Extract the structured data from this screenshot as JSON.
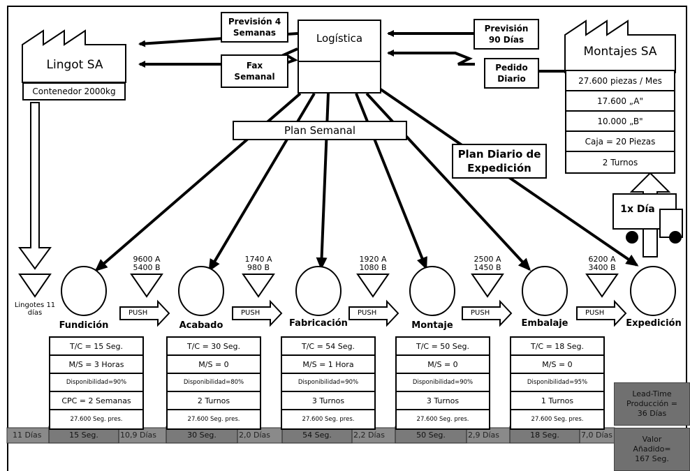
{
  "supplier": {
    "name": "Lingot SA",
    "container": "Contenedor 2000kg"
  },
  "control": {
    "name": "Logística",
    "plan_semanal": "Plan Semanal",
    "plan_diario": "Plan Diario de Expedición"
  },
  "customer": {
    "name": "Montajes SA",
    "rows": [
      "27.600 piezas / Mes",
      "17.600 „A\"",
      "10.000 „B\"",
      "Caja = 20 Piezas",
      "2 Turnos"
    ],
    "shipment": "1x Día"
  },
  "info_flows": {
    "prevision_4": "Previsión 4 Semanas",
    "fax": "Fax Semanal",
    "prevision_90": "Previsión 90 Días",
    "pedido": "Pedido Diario"
  },
  "initial_inventory": {
    "label": "Lingotes 11 días"
  },
  "push_label": "PUSH",
  "processes": [
    {
      "name": "Fundición",
      "rows": [
        "T/C = 15 Seg.",
        "M/S = 3 Horas",
        "Disponibilidad=90%",
        "CPC = 2 Semanas",
        "27.600 Seg. pres."
      ]
    },
    {
      "name": "Acabado",
      "rows": [
        "T/C = 30 Seg.",
        "M/S = 0",
        "Disponibilidad=80%",
        "2 Turnos",
        "27.600 Seg. pres."
      ]
    },
    {
      "name": "Fabricación",
      "rows": [
        "T/C = 54 Seg.",
        "M/S = 1 Hora",
        "Disponibilidad=90%",
        "3 Turnos",
        "27.600 Seg. pres."
      ]
    },
    {
      "name": "Montaje",
      "rows": [
        "T/C = 50 Seg.",
        "M/S = 0",
        "Disponibilidad=90%",
        "3 Turnos",
        "27.600 Seg. pres."
      ]
    },
    {
      "name": "Embalaje",
      "rows": [
        "T/C = 18 Seg.",
        "M/S = 0",
        "Disponibilidad=95%",
        "1 Turnos",
        "27.600 Seg. pres."
      ]
    },
    {
      "name": "Expedición"
    }
  ],
  "inventories": [
    {
      "a": "9600 A",
      "b": "5400 B"
    },
    {
      "a": "1740 A",
      "b": "980 B"
    },
    {
      "a": "1920 A",
      "b": "1080 B"
    },
    {
      "a": "2500 A",
      "b": "1450 B"
    },
    {
      "a": "6200 A",
      "b": "3400 B"
    }
  ],
  "timeline": {
    "gaps": [
      "11 Días",
      "10,9 Días",
      "2,0 Días",
      "2,2 Días",
      "2,9 Días",
      "7,0 Días"
    ],
    "values": [
      "15 Seg.",
      "30 Seg.",
      "54 Seg.",
      "50 Seg.",
      "18 Seg."
    ]
  },
  "summary": {
    "lead_time": "Lead-Time Producción = 36 Días",
    "value_added": "Valor Añadido= 167 Seg."
  }
}
